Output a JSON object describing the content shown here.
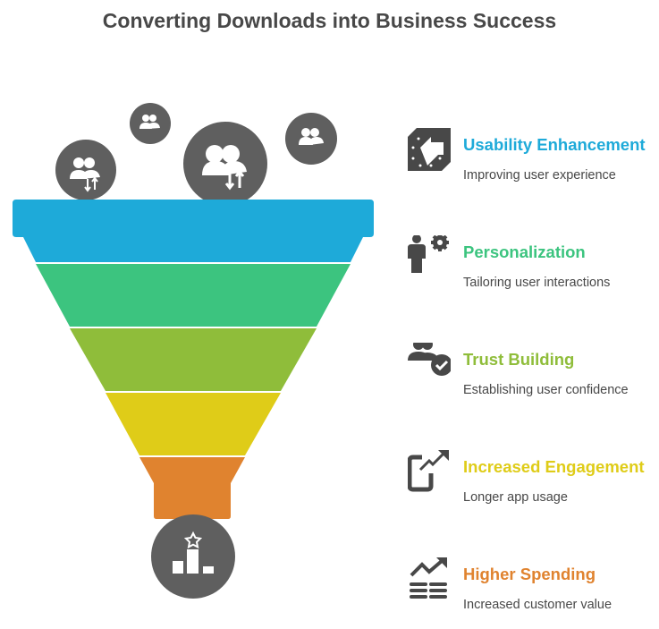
{
  "title": "Converting Downloads into Business Success",
  "stages": [
    {
      "title": "Usability Enhancement",
      "subtitle": "Improving user experience",
      "color": "#1eaad9",
      "icon": "tag-arrow-icon"
    },
    {
      "title": "Personalization",
      "subtitle": "Tailoring user interactions",
      "color": "#3cc47f",
      "icon": "person-gear-icon"
    },
    {
      "title": "Trust Building",
      "subtitle": "Establishing user confidence",
      "color": "#8fbd3a",
      "icon": "users-check-icon"
    },
    {
      "title": "Increased Engagement",
      "subtitle": "Longer app usage",
      "color": "#dfcc18",
      "icon": "phone-trend-icon"
    },
    {
      "title": "Higher Spending",
      "subtitle": "Increased customer value",
      "color": "#e0832f",
      "icon": "coins-trend-icon"
    }
  ]
}
